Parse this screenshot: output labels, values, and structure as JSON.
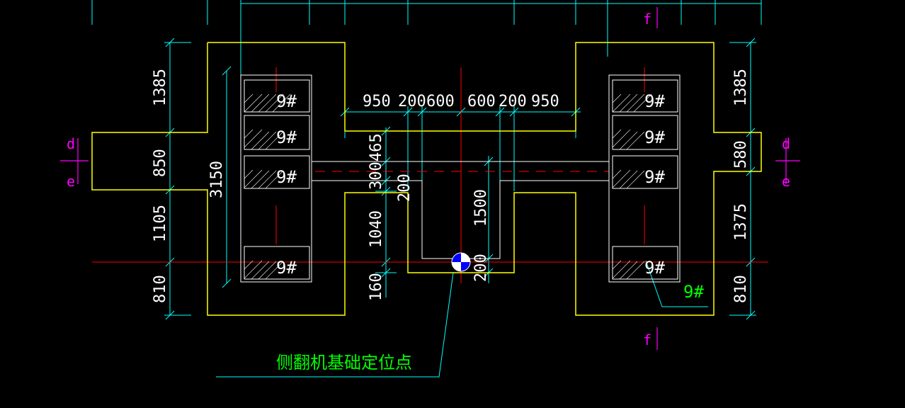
{
  "colors": {
    "background": "#000000",
    "outline": "#ffff00",
    "dimension": "#00ffff",
    "axis": "#ff0000",
    "text": "#ffffff",
    "section": "#ff00ff",
    "note": "#00ff00",
    "marker": "#0000ff"
  },
  "top_dims": [
    "950",
    "200",
    "600",
    "600",
    "200",
    "950"
  ],
  "left_dims": [
    "1385",
    "850",
    "1105",
    "810"
  ],
  "right_dims": [
    "1385",
    "580",
    "1375",
    "810"
  ],
  "inner_left_dim": "3150",
  "center_dims": {
    "a": "465",
    "b": "300",
    "c": "200",
    "d": "1040",
    "e": "160",
    "f": "1500",
    "g": "200"
  },
  "section_marks": {
    "d": "d",
    "e": "e",
    "f": "f"
  },
  "pile_label": "9#",
  "callout_label": "9#",
  "note": "侧翻机基础定位点"
}
